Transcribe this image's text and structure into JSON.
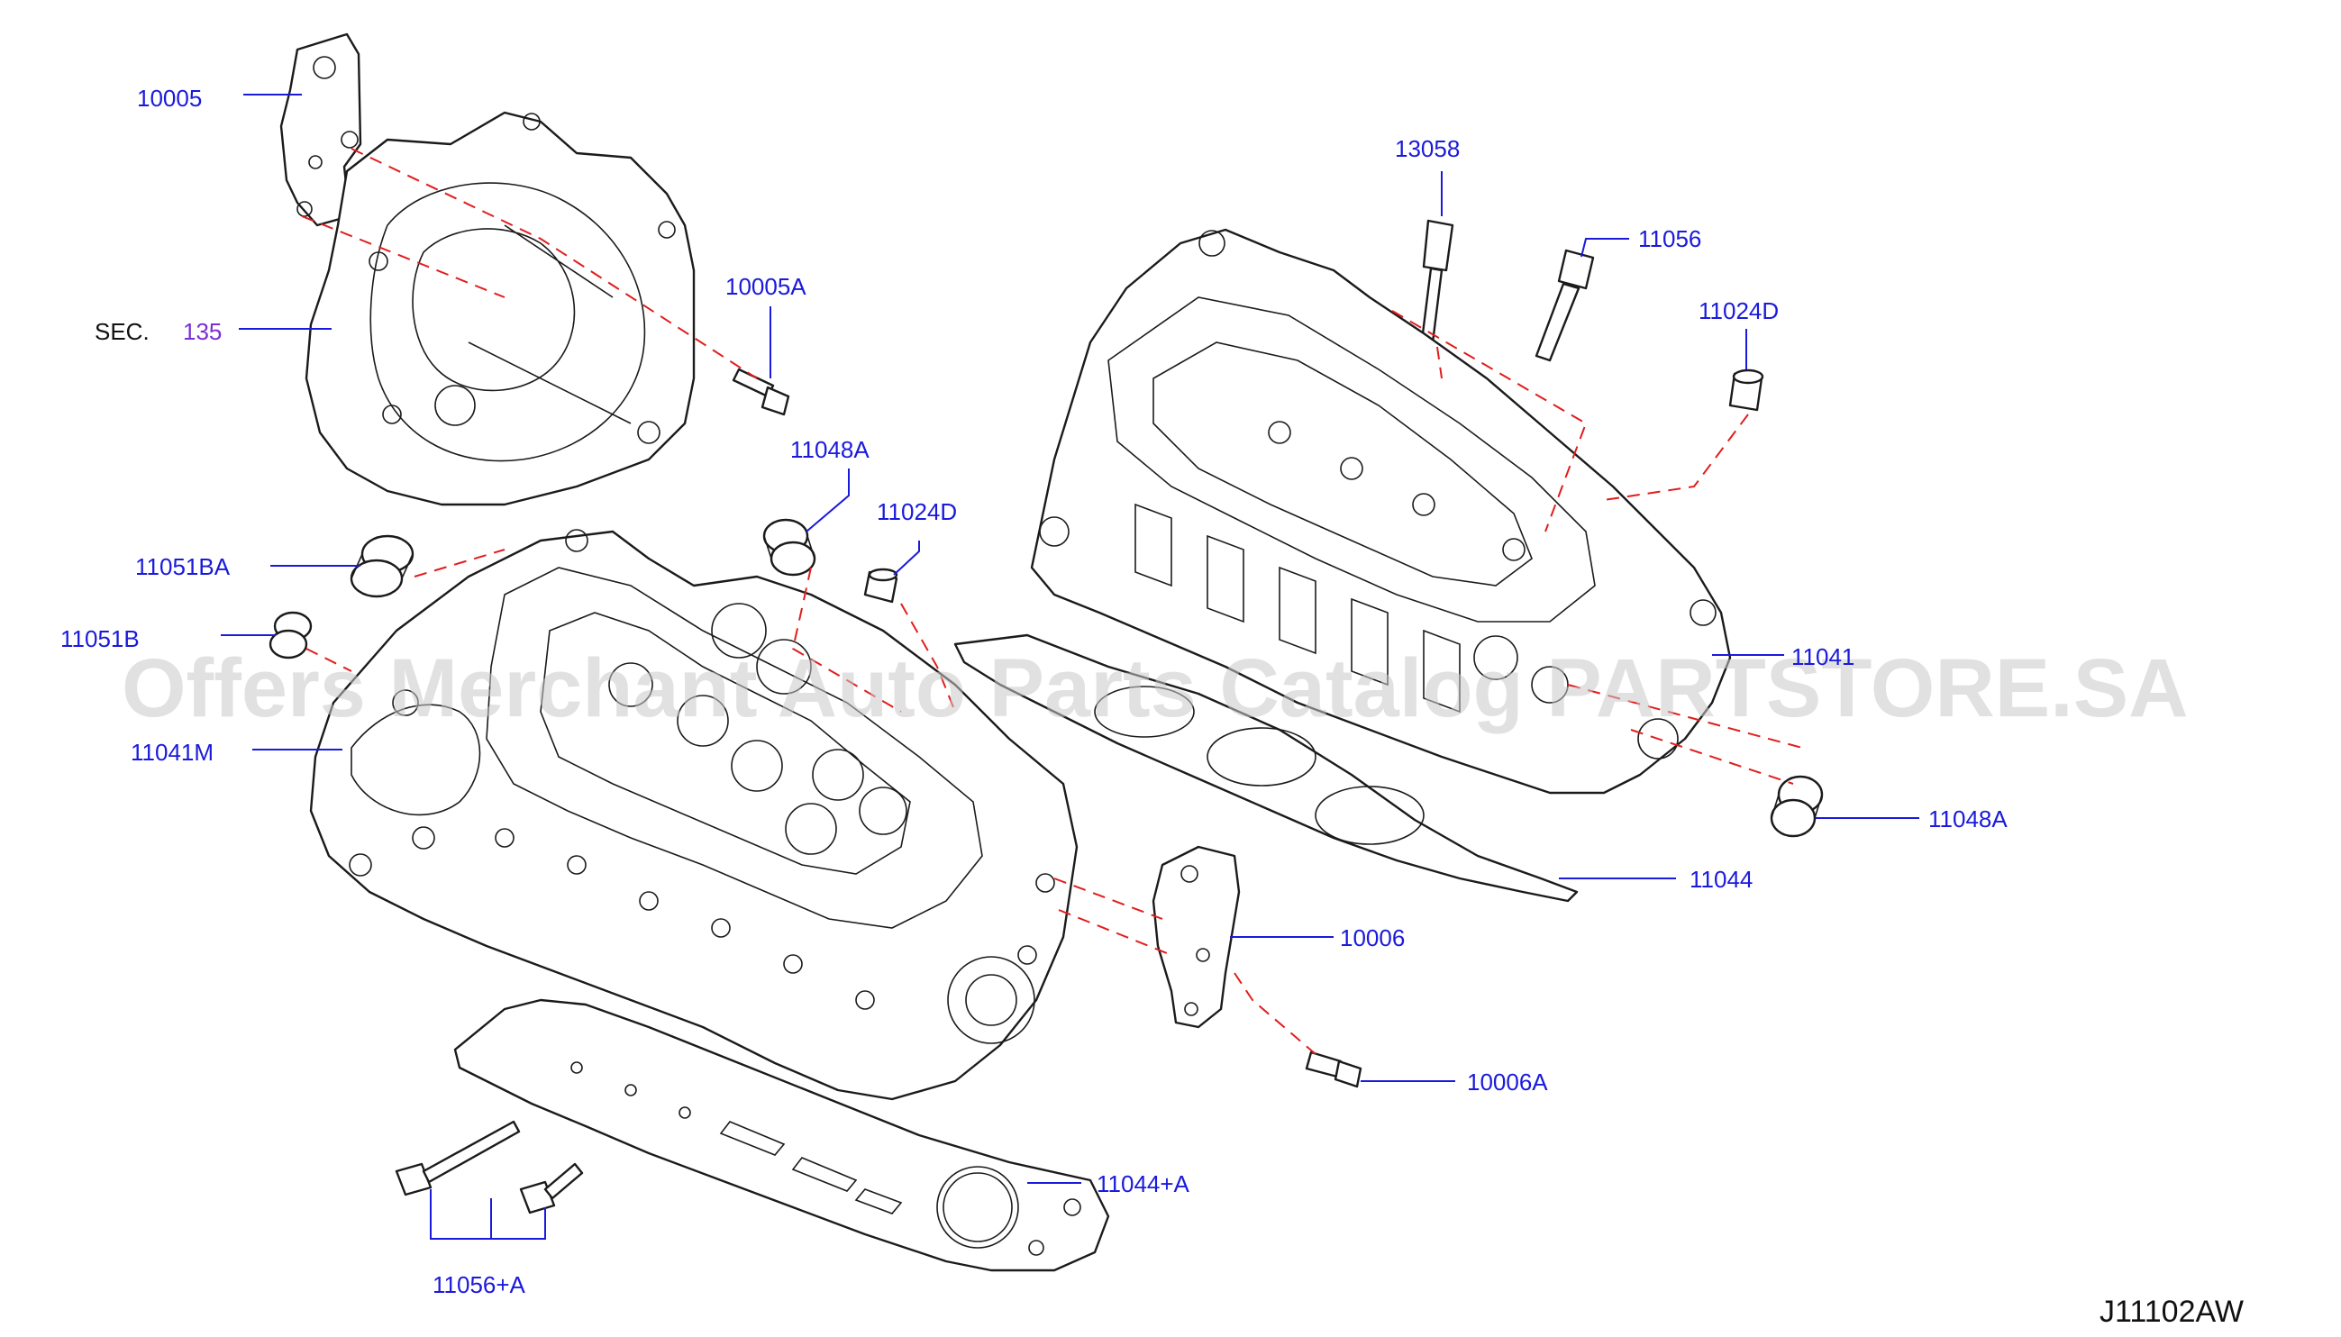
{
  "diagram": {
    "code": "J11102AW",
    "sec_prefix": "SEC.",
    "sec_number": "135",
    "watermark": "Offers Merchant Auto Parts Catalog PARTSTORE.SA",
    "callouts": {
      "p10005": "10005",
      "p10005A": "10005A",
      "p13058": "13058",
      "p11056": "11056",
      "p11024D_right": "11024D",
      "p11048A_top": "11048A",
      "p11024D_mid": "11024D",
      "p11051BA": "11051BA",
      "p11051B": "11051B",
      "p11041M": "11041M",
      "p11041": "11041",
      "p11048A_right": "11048A",
      "p11044": "11044",
      "p10006": "10006",
      "p10006A": "10006A",
      "p11044A": "11044+A",
      "p11056A": "11056+A"
    },
    "colors": {
      "callout_text": "#1a1adc",
      "section_ref": "#7a2fd0",
      "phantom_line": "#e11d1d",
      "part_outline": "#1b1b1b"
    }
  }
}
